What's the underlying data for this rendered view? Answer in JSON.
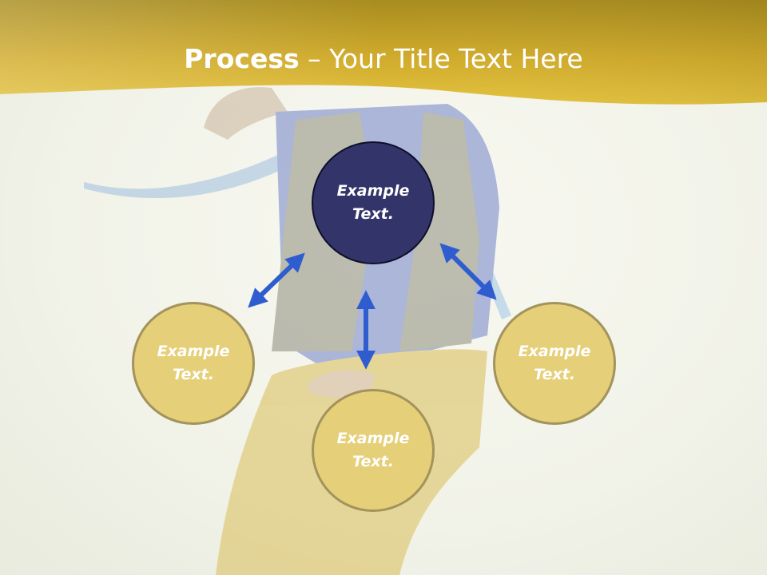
{
  "slide": {
    "title_bold": "Process",
    "title_rest": " – Your Title Text Here"
  },
  "nodes": {
    "center": {
      "text": "Example Text."
    },
    "left": {
      "text": "Example Text."
    },
    "right": {
      "text": "Example Text."
    },
    "bottom": {
      "text": "Example Text."
    }
  },
  "colors": {
    "header_gold": "#d5b230",
    "center_fill": "#33346a",
    "outer_fill": "#e5cf78",
    "arrow_blue": "#2f5dcf"
  }
}
